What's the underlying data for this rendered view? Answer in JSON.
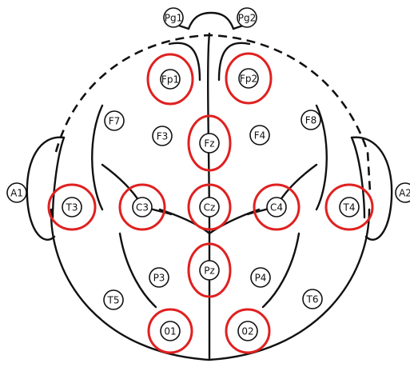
{
  "highlight_color": "#e02020",
  "electrodes": [
    {
      "id": "Pg1",
      "label": "Pg1",
      "highlighted": false
    },
    {
      "id": "Pg2",
      "label": "Pg2",
      "highlighted": false
    },
    {
      "id": "Fp1",
      "label": "Fp1",
      "highlighted": true
    },
    {
      "id": "Fp2",
      "label": "Fp2",
      "highlighted": true
    },
    {
      "id": "F7",
      "label": "F7",
      "highlighted": false
    },
    {
      "id": "F3",
      "label": "F3",
      "highlighted": false
    },
    {
      "id": "Fz",
      "label": "Fz",
      "highlighted": true
    },
    {
      "id": "F4",
      "label": "F4",
      "highlighted": false
    },
    {
      "id": "F8",
      "label": "F8",
      "highlighted": false
    },
    {
      "id": "A1",
      "label": "A1",
      "highlighted": false
    },
    {
      "id": "T3",
      "label": "T3",
      "highlighted": true
    },
    {
      "id": "C3",
      "label": "C3",
      "highlighted": true
    },
    {
      "id": "Cz",
      "label": "Cz",
      "highlighted": true
    },
    {
      "id": "C4",
      "label": "C4",
      "highlighted": true
    },
    {
      "id": "T4",
      "label": "T4",
      "highlighted": true
    },
    {
      "id": "A2",
      "label": "A2",
      "highlighted": false
    },
    {
      "id": "P3",
      "label": "P3",
      "highlighted": false
    },
    {
      "id": "Pz",
      "label": "Pz",
      "highlighted": true
    },
    {
      "id": "P4",
      "label": "P4",
      "highlighted": false
    },
    {
      "id": "T5",
      "label": "T5",
      "highlighted": false
    },
    {
      "id": "T6",
      "label": "T6",
      "highlighted": false
    },
    {
      "id": "O1",
      "label": "01",
      "highlighted": true
    },
    {
      "id": "O2",
      "label": "02",
      "highlighted": true
    }
  ]
}
